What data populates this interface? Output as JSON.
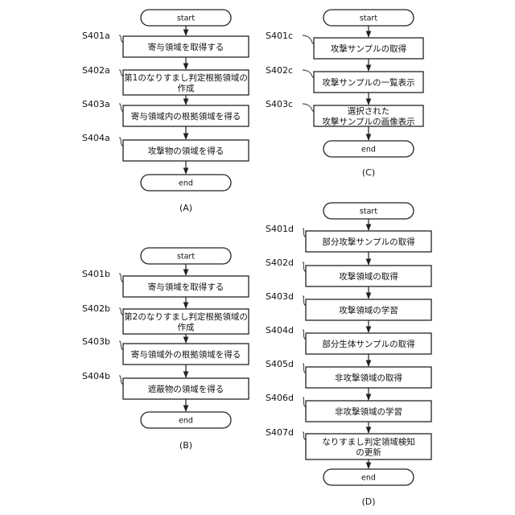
{
  "flowcharts": [
    {
      "id": "A",
      "caption": "(A)",
      "start": "start",
      "end": "end",
      "steps": [
        {
          "label": "S401a",
          "lines": [
            "寄与領域を取得する"
          ]
        },
        {
          "label": "S402a",
          "lines": [
            "第1のなりすまし判定根拠領域の",
            "作成"
          ]
        },
        {
          "label": "S403a",
          "lines": [
            "寄与領域内の根拠領域を得る"
          ]
        },
        {
          "label": "S404a",
          "lines": [
            "攻撃物の領域を得る"
          ]
        }
      ]
    },
    {
      "id": "B",
      "caption": "(B)",
      "start": "start",
      "end": "end",
      "steps": [
        {
          "label": "S401b",
          "lines": [
            "寄与領域を取得する"
          ]
        },
        {
          "label": "S402b",
          "lines": [
            "第2のなりすまし判定根拠領域の",
            "作成"
          ]
        },
        {
          "label": "S403b",
          "lines": [
            "寄与領域外の根拠領域を得る"
          ]
        },
        {
          "label": "S404b",
          "lines": [
            "遮蔽物の領域を得る"
          ]
        }
      ]
    },
    {
      "id": "C",
      "caption": "(C)",
      "start": "start",
      "end": "end",
      "steps": [
        {
          "label": "S401c",
          "lines": [
            "攻撃サンプルの取得"
          ]
        },
        {
          "label": "S402c",
          "lines": [
            "攻撃サンプルの一覧表示"
          ]
        },
        {
          "label": "S403c",
          "lines": [
            "選択された",
            "攻撃サンプルの画像表示"
          ]
        }
      ]
    },
    {
      "id": "D",
      "caption": "(D)",
      "start": "start",
      "end": "end",
      "steps": [
        {
          "label": "S401d",
          "lines": [
            "部分攻撃サンプルの取得"
          ]
        },
        {
          "label": "S402d",
          "lines": [
            "攻撃領域の取得"
          ]
        },
        {
          "label": "S403d",
          "lines": [
            "攻撃領域の学習"
          ]
        },
        {
          "label": "S404d",
          "lines": [
            "部分生体サンプルの取得"
          ]
        },
        {
          "label": "S405d",
          "lines": [
            "非攻撃領域の取得"
          ]
        },
        {
          "label": "S406d",
          "lines": [
            "非攻撃領域の学習"
          ]
        },
        {
          "label": "S407d",
          "lines": [
            "なりすまし判定領域検知",
            "の更新"
          ]
        }
      ]
    }
  ]
}
